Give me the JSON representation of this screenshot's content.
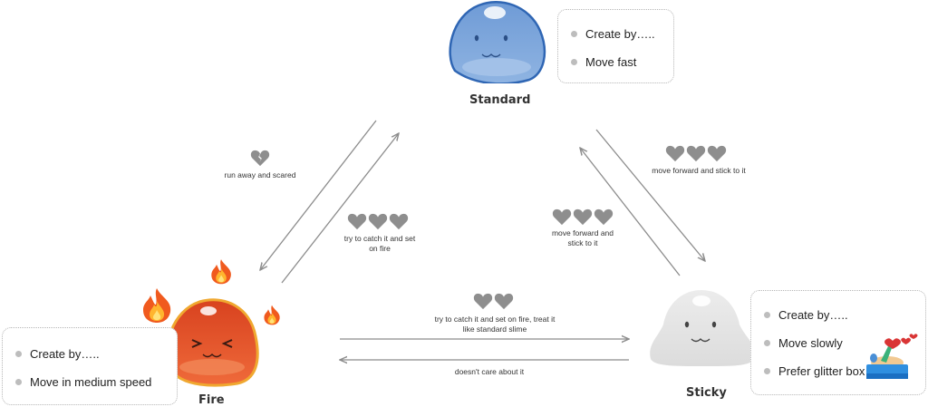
{
  "colors": {
    "standard": "#7aa4d8",
    "fire": "#e0512c",
    "sticky": "#e4e4e4",
    "arrow": "#8c8c8c",
    "heart": "#8e8e8e"
  },
  "slimes": {
    "standard": {
      "name": "Standard",
      "bullets": [
        "Create by…..",
        "Move fast"
      ]
    },
    "fire": {
      "name": "Fire",
      "bullets": [
        "Create by…..",
        "Move in medium speed"
      ]
    },
    "sticky": {
      "name": "Sticky",
      "bullets": [
        "Create by…..",
        "Move slowly",
        "Prefer glitter box"
      ]
    }
  },
  "edges": {
    "standard_to_fire": {
      "label": "run away and scared",
      "hearts": 1,
      "heart_style": "broken"
    },
    "fire_to_standard": {
      "label": "try to catch it and set on fire",
      "hearts": 3
    },
    "sticky_to_standard": {
      "label": "move forward and stick to it",
      "hearts": 3
    },
    "standard_to_sticky": {
      "label": "move forward and stick to it",
      "hearts": 3
    },
    "fire_to_sticky": {
      "label": "try to catch it and set on fire, treat it like standard slime",
      "hearts": 2
    },
    "sticky_to_fire": {
      "label": "doesn't care about it"
    }
  },
  "icons": {
    "flame": "fire-icon",
    "heart": "heart-icon",
    "broken_heart": "broken-heart-icon",
    "glitter_box": "glitter-box-icon"
  }
}
